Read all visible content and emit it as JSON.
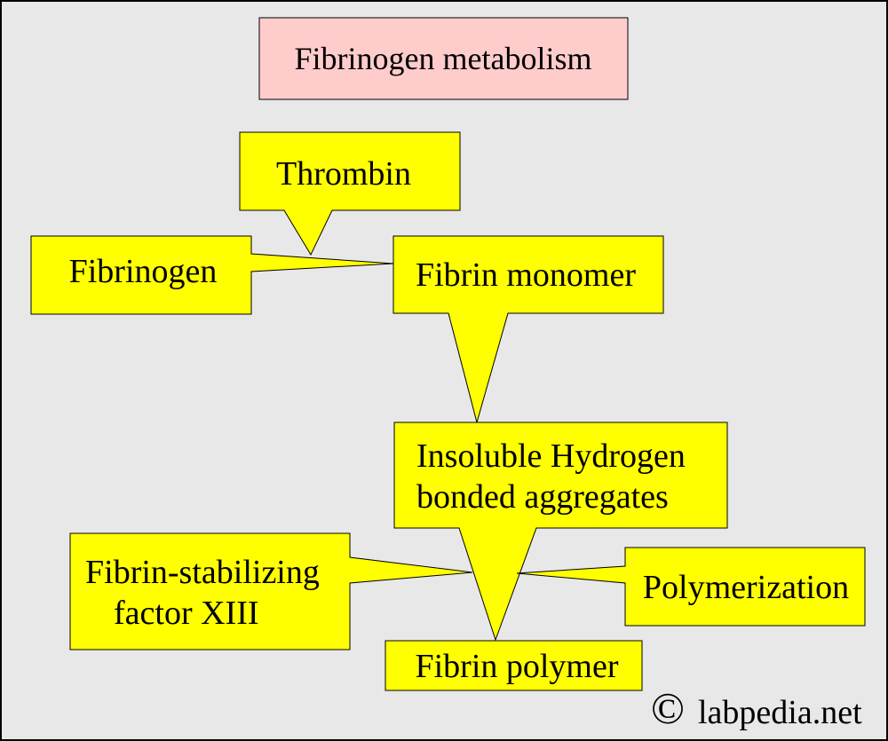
{
  "title": "Fibrinogen metabolism",
  "colors": {
    "background": "#e8e8e8",
    "title_fill": "#ffcccc",
    "callout_fill": "#ffff00",
    "stroke": "#000000",
    "text": "#000000"
  },
  "nodes": {
    "thrombin": "Thrombin",
    "fibrinogen": "Fibrinogen",
    "fibrin_monomer": "Fibrin monomer",
    "aggregates": [
      "Insoluble Hydrogen",
      "bonded aggregates"
    ],
    "factor_xiii": [
      "Fibrin-stabilizing",
      "factor XIII"
    ],
    "polymerization": "Polymerization",
    "fibrin_polymer": "Fibrin polymer"
  },
  "watermark": {
    "symbol": "©",
    "text": "labpedia.net"
  }
}
